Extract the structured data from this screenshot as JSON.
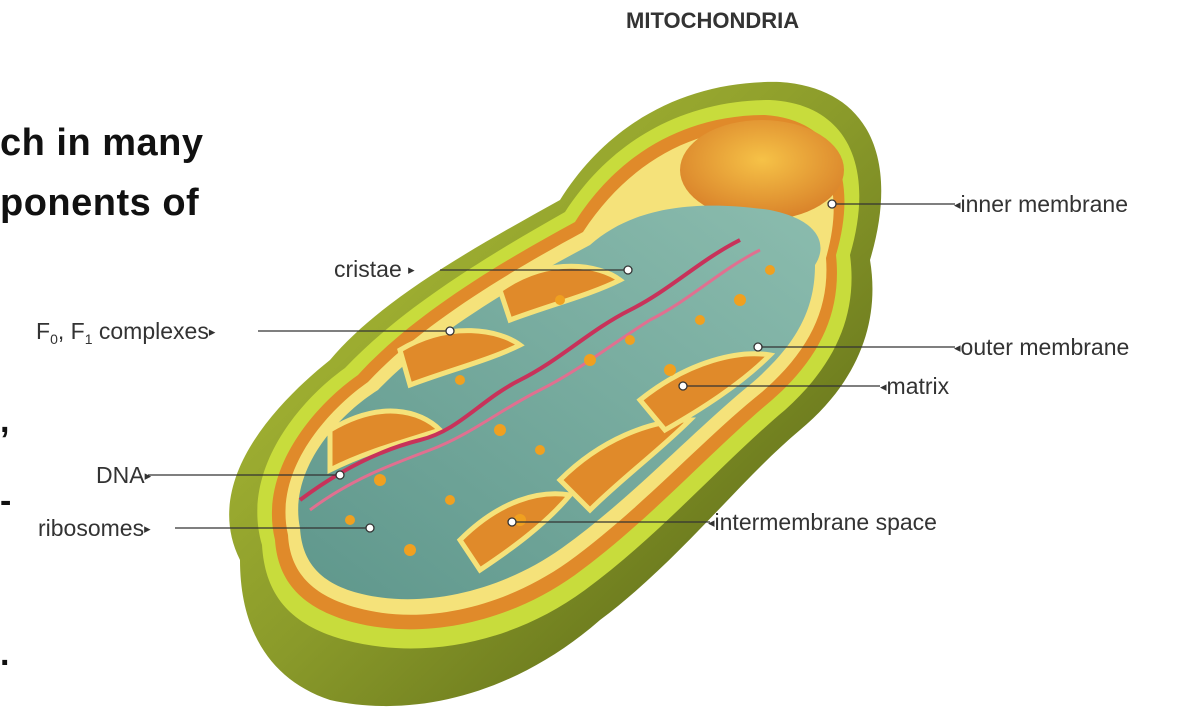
{
  "slide": {
    "line1": "ch  in  many",
    "line2": "ponents   of",
    "line3": ",",
    "line4": "-",
    "line5": "."
  },
  "diagram": {
    "title": "MITOCHONDRIA",
    "labels": {
      "inner_membrane": "inner membrane",
      "cristae": "cristae",
      "f0f1_complexes_f": "F",
      "f0f1_complexes_sub0": "0",
      "f0f1_complexes_sep": ", F",
      "f0f1_complexes_sub1": "1",
      "f0f1_complexes_rest": " complexes",
      "outer_membrane": "outer membrane",
      "matrix": "matrix",
      "dna": "DNA",
      "ribosomes": "ribosomes",
      "intermembrane_space": "intermembrane space"
    },
    "colors": {
      "outer_membrane": "#8a9a2a",
      "outer_edge": "#c8dc3c",
      "intermembrane": "#e08a2a",
      "inner_membrane": "#f5e27a",
      "matrix": "#6fa59a",
      "dna": "#c8325a",
      "granules": "#f0a020"
    }
  }
}
